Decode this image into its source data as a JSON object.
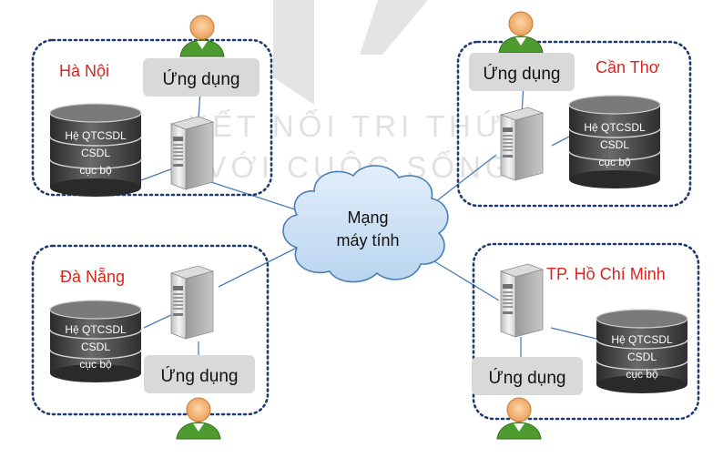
{
  "network": {
    "label_line1": "Mạng",
    "label_line2": "máy tính"
  },
  "watermark": {
    "line1": "KẾT NỐI TRI THỨC",
    "line2": "VỚI CUỘC SỐNG"
  },
  "sites": {
    "ha_noi": {
      "name": "Hà Nội",
      "app": "Ứng dụng",
      "db": [
        "Hệ QTCSDL",
        "CSDL",
        "cục bộ"
      ]
    },
    "can_tho": {
      "name": "Cần Thơ",
      "app": "Ứng dụng",
      "db": [
        "Hệ QTCSDL",
        "CSDL",
        "cục bộ"
      ]
    },
    "da_nang": {
      "name": "Đà Nẵng",
      "app": "Ứng dụng",
      "db": [
        "Hệ QTCSDL",
        "CSDL",
        "cục bộ"
      ]
    },
    "hcm": {
      "name": "TP. Hồ Chí Minh",
      "app": "Ứng dụng",
      "db": [
        "Hệ QTCSDL",
        "CSDL",
        "cục bộ"
      ]
    }
  },
  "colors": {
    "site_name": "#d9261c",
    "site_border": "#1f3b6e",
    "link": "#4a7fb5",
    "cloud_fill": "#cfe3f5",
    "cloud_stroke": "#4a7fb5",
    "app_box": "#d9d9d9",
    "db_dark": "#3a3a3a",
    "server": "#e8e8e8"
  }
}
